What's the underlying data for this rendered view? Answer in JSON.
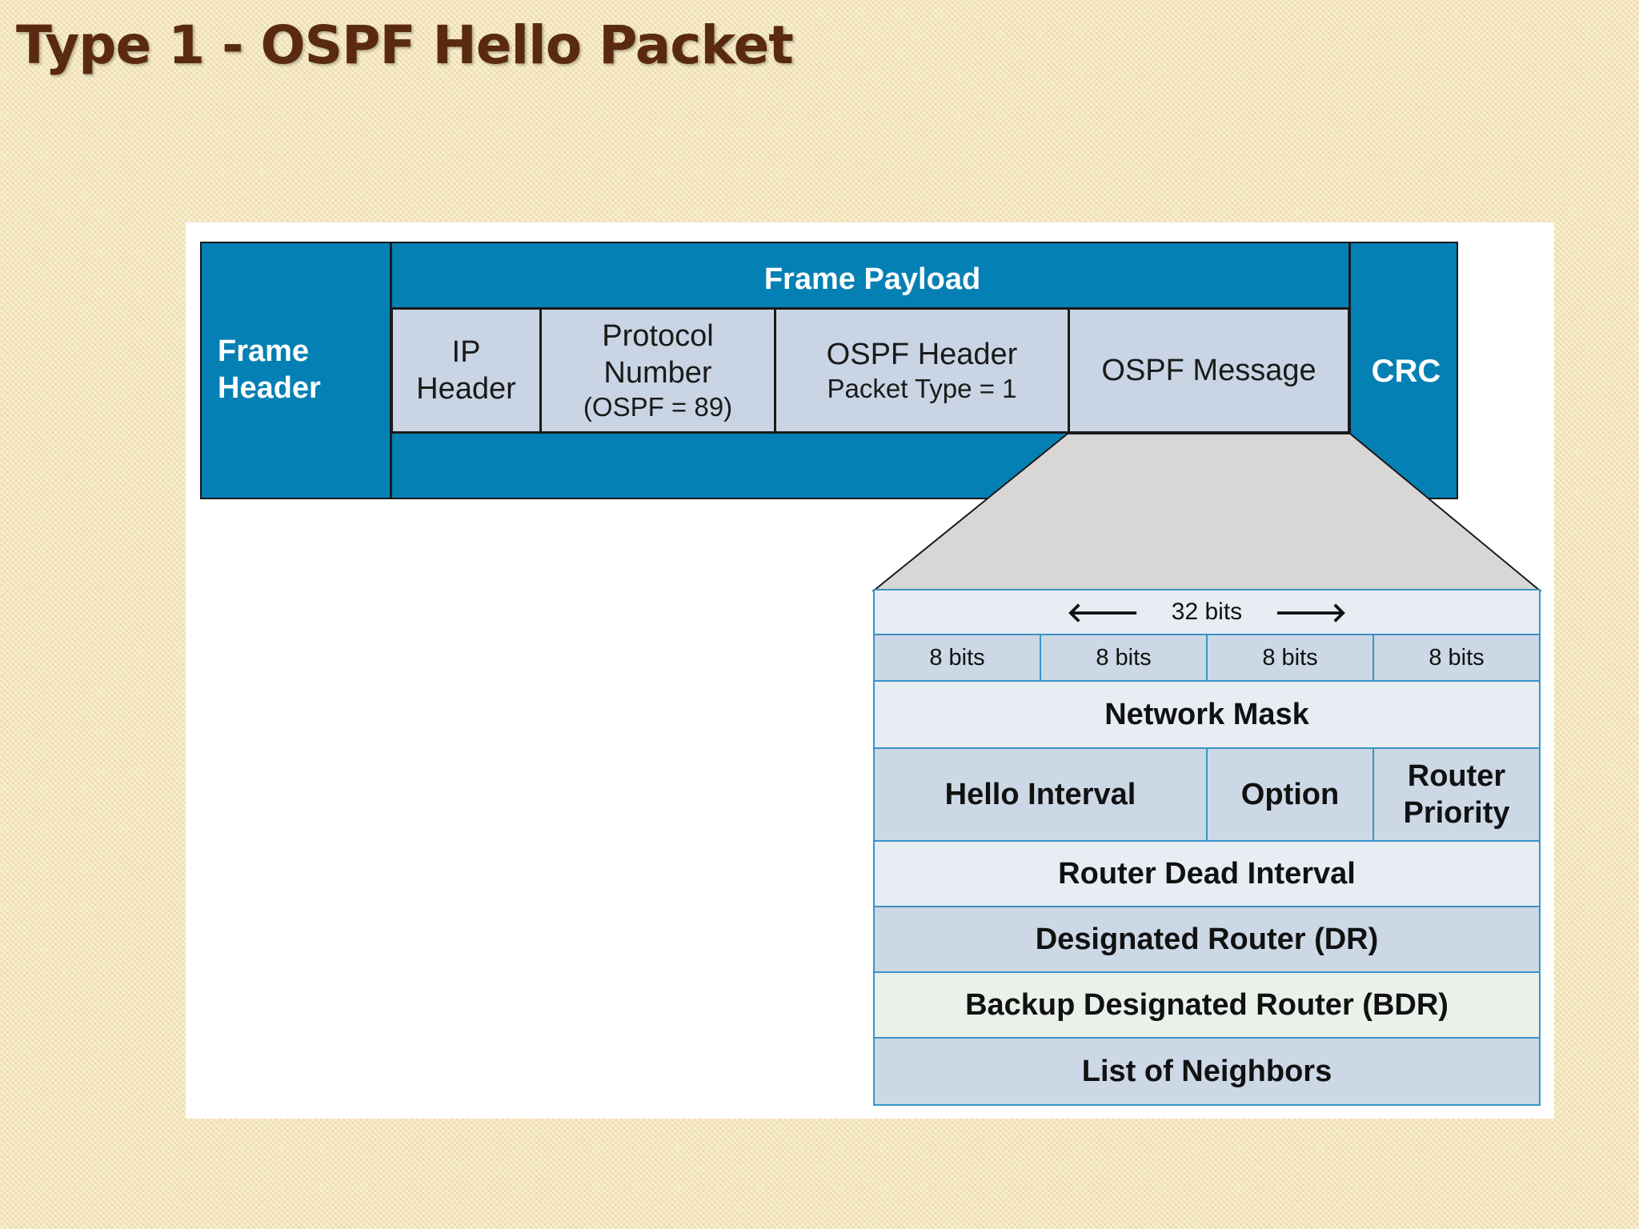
{
  "title": "Type 1 - OSPF Hello Packet",
  "frame": {
    "frame_header": "Frame\nHeader",
    "frame_payload": "Frame  Payload",
    "crc": "CRC",
    "ip_header": "IP\nHeader",
    "protocol_number": "Protocol\nNumber",
    "protocol_ospf": "(OSPF = 89)",
    "ospf_header": "OSPF Header",
    "packet_type": "Packet Type = 1",
    "ospf_message": "OSPF Message"
  },
  "message": {
    "width_label": "32 bits",
    "arrow_left": "🡐",
    "arrow_right": "🡒",
    "byte_labels": [
      "8 bits",
      "8 bits",
      "8 bits",
      "8 bits"
    ],
    "network_mask": "Network Mask",
    "hello_interval": "Hello Interval",
    "option": "Option",
    "router_priority": "Router\nPriority",
    "router_dead_interval": "Router Dead Interval",
    "designated_router": "Designated Router (DR)",
    "backup_designated_router": "Backup Designated Router (BDR)",
    "list_of_neighbors": "List of Neighbors"
  },
  "colors": {
    "frame_blue": "#0580b4",
    "cell_fill": "#c9d5e4",
    "title_brown": "#5a2a10",
    "grid_border": "#3a93c8"
  }
}
